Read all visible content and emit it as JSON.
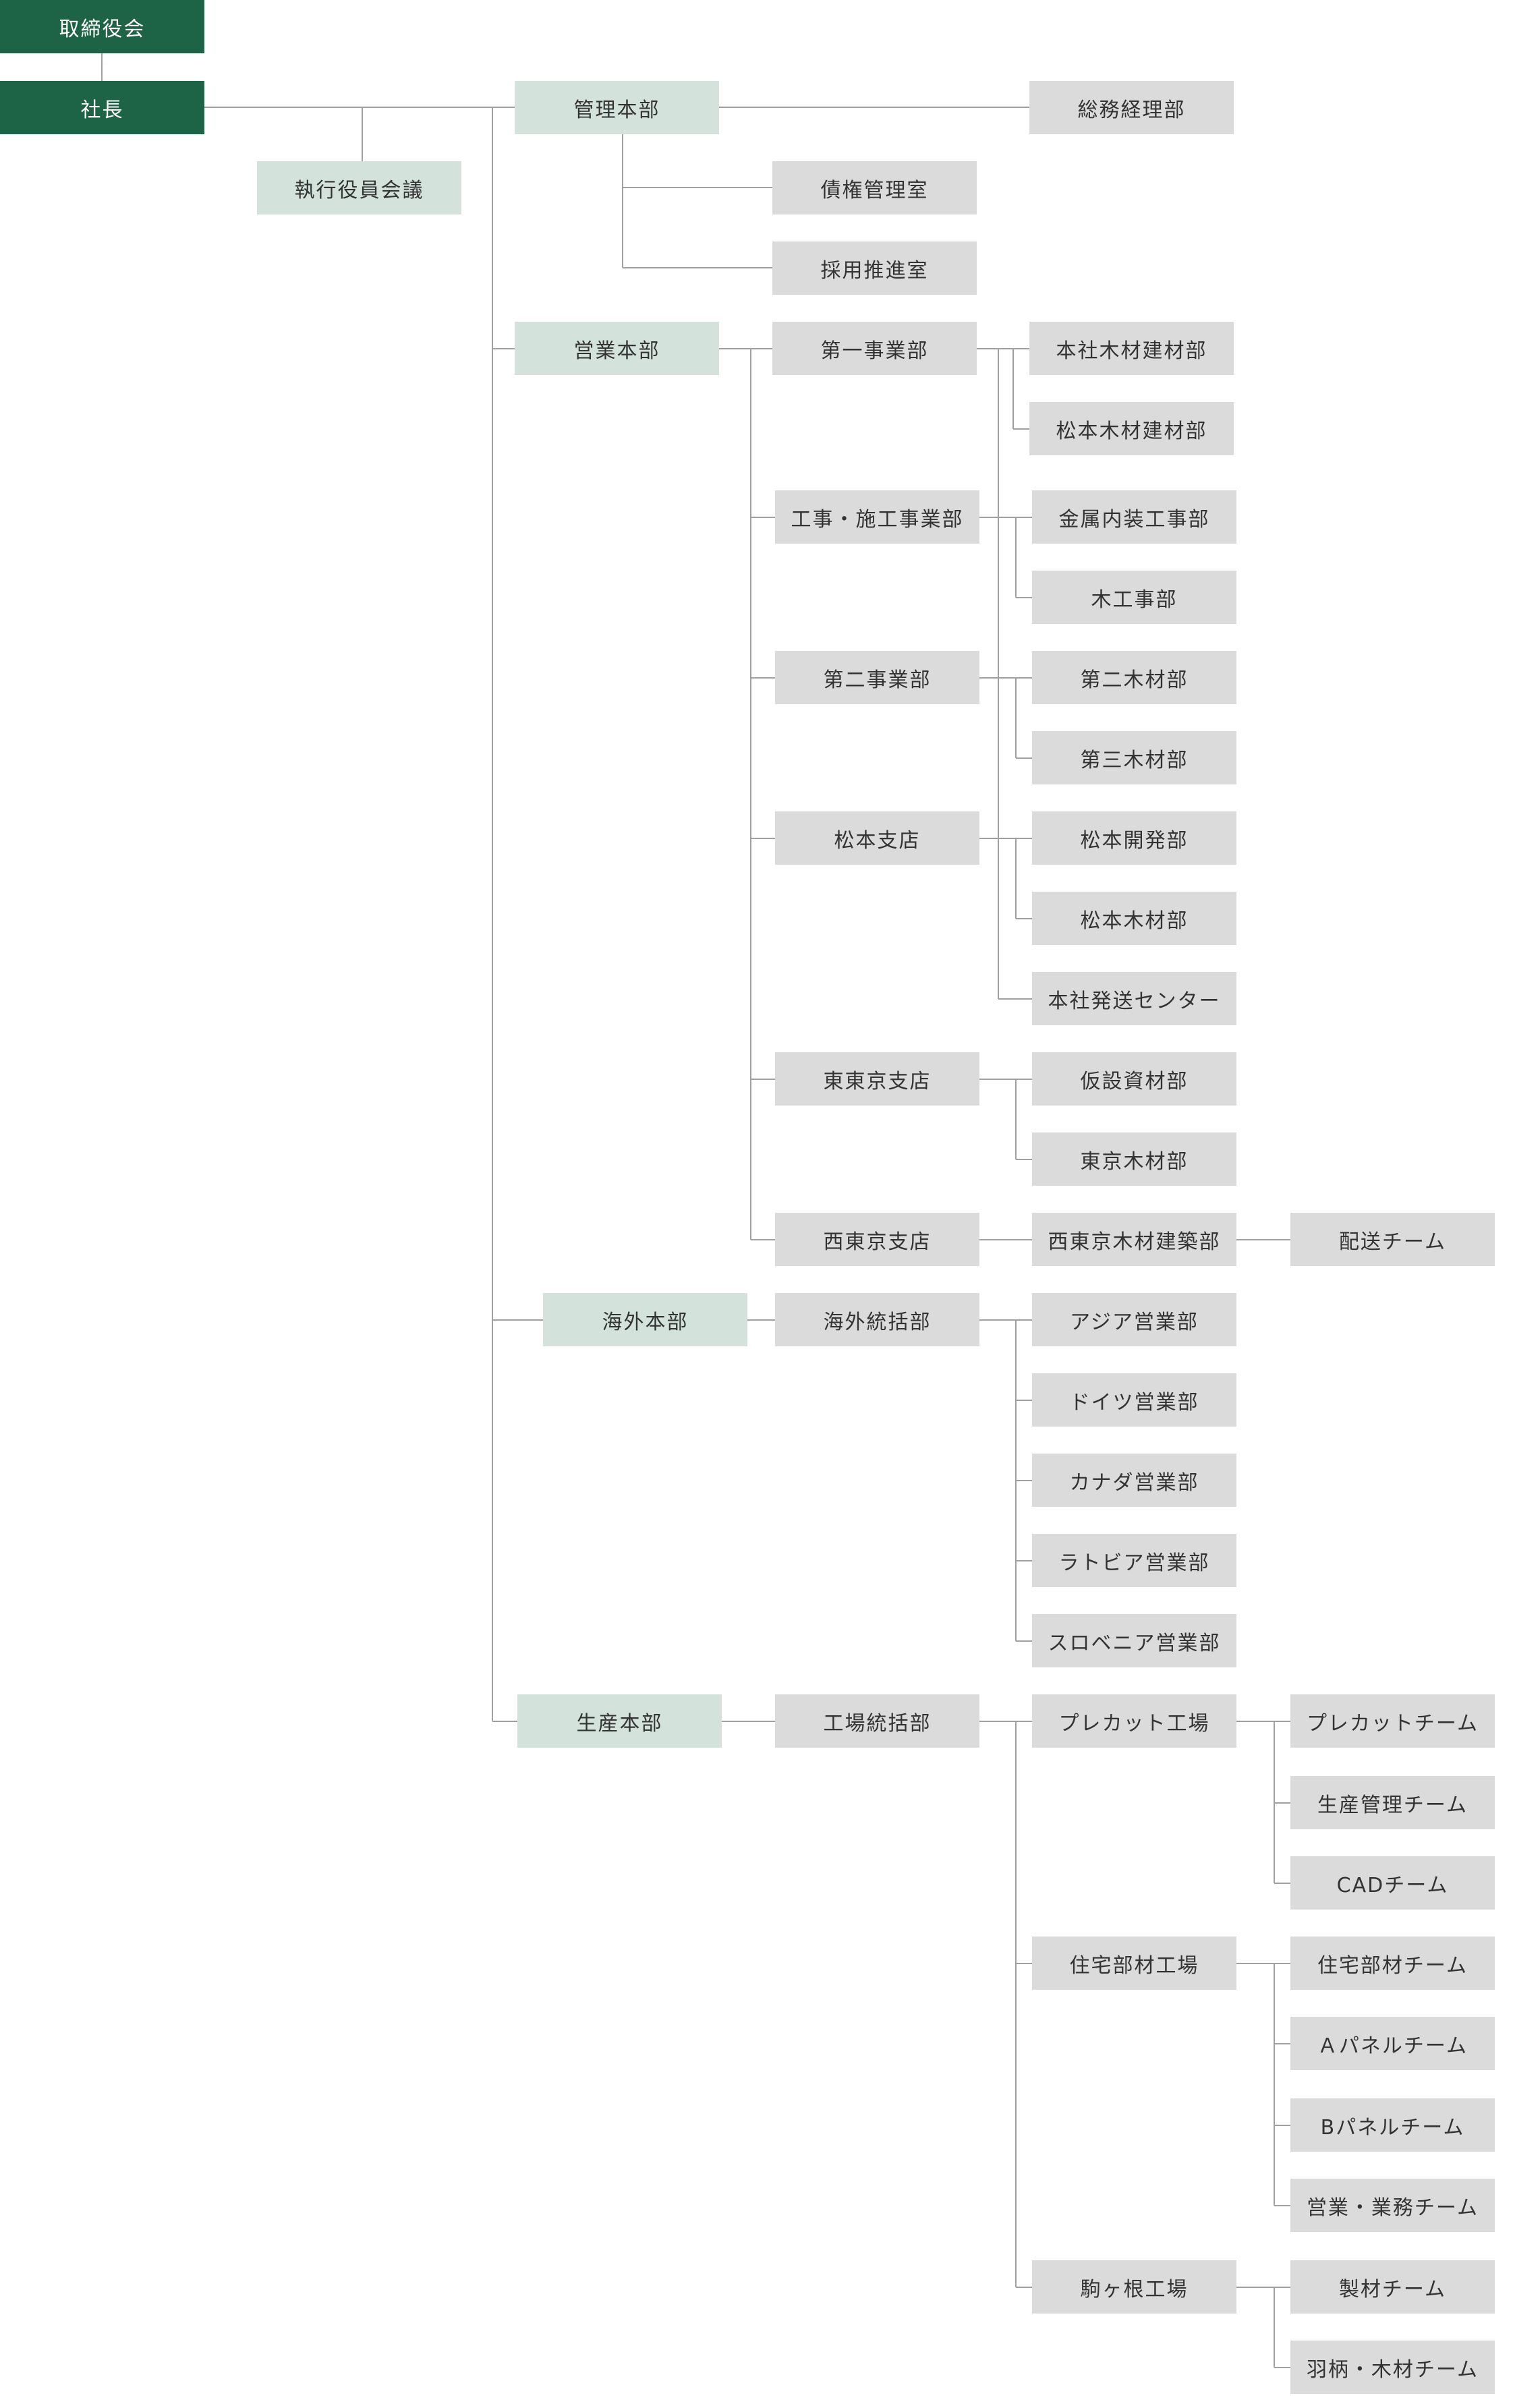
{
  "colors": {
    "top": "#1d6345",
    "hq": "#d3e3dc",
    "unit": "#dbdbdb",
    "line": "#a0a0a0",
    "text": "#333333"
  },
  "boxes": {
    "board": "取締役会",
    "president": "社長",
    "exec": "執行役員会議",
    "admin_hq": "管理本部",
    "general_affairs": "総務経理部",
    "credit_mgmt": "債権管理室",
    "recruit": "採用推進室",
    "sales_hq": "営業本部",
    "div1": "第一事業部",
    "honsha_mokuzai": "本社木材建材部",
    "matsumoto_mokuzai": "松本木材建材部",
    "construction": "工事・施工事業部",
    "kinzoku": "金属内装工事部",
    "mokkouji": "木工事部",
    "div2": "第二事業部",
    "daini_mokuzai": "第二木材部",
    "daisan_mokuzai": "第三木材部",
    "matsumoto_branch": "松本支店",
    "matsumoto_kaihatsu": "松本開発部",
    "matsumoto_mokuzaibu": "松本木材部",
    "honsha_hassou": "本社発送センター",
    "higashi_tokyo": "東東京支店",
    "kasetsu": "仮設資材部",
    "tokyo_mokuzai": "東京木材部",
    "nishi_tokyo": "西東京支店",
    "nishi_tokyo_kenchiku": "西東京木材建築部",
    "haisou_team": "配送チーム",
    "overseas_hq": "海外本部",
    "overseas_div": "海外統括部",
    "asia": "アジア営業部",
    "germany": "ドイツ営業部",
    "canada": "カナダ営業部",
    "latvia": "ラトビア営業部",
    "slovenia": "スロベニア営業部",
    "production_hq": "生産本部",
    "factory_div": "工場統括部",
    "precut": "プレカット工場",
    "precut_team": "プレカットチーム",
    "seisan_kanri": "生産管理チーム",
    "cad": "CADチーム",
    "jutaku_factory": "住宅部材工場",
    "jutaku_team": "住宅部材チーム",
    "a_panel": "Ａパネルチーム",
    "b_panel": "Bパネルチーム",
    "eigyo_gyomu": "営業・業務チーム",
    "komagane": "駒ヶ根工場",
    "seizai": "製材チーム",
    "habara": "羽柄・木材チーム"
  }
}
